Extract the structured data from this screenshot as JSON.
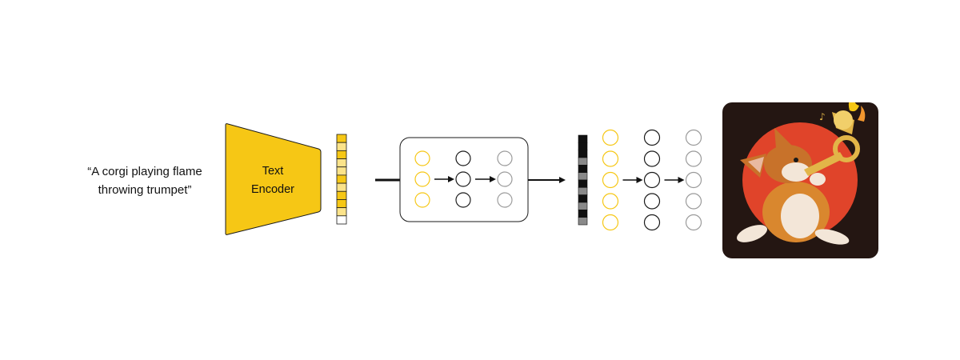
{
  "prompt": {
    "line1": "“A corgi playing flame",
    "line2": "throwing trumpet”"
  },
  "encoder": {
    "line1": "Text",
    "line2": "Encoder"
  },
  "colors": {
    "yellow": "#F6C715",
    "yellow_light": "#FBE38A",
    "dark": "#1a1a1a",
    "grey": "#9a9a9a",
    "mid_grey": "#6e6e6e",
    "image_bg": "#241612",
    "sun": "#E0442A"
  },
  "text_embedding_cells": [
    "yellow",
    "light",
    "yellow",
    "light",
    "light",
    "yellow",
    "light",
    "yellow",
    "yellow",
    "light",
    "white"
  ],
  "image_embedding_cells": [
    "black",
    "black",
    "black",
    "grey",
    "black",
    "grey",
    "black",
    "grey",
    "black",
    "grey",
    "black",
    "grey"
  ],
  "prior_network": {
    "columns": [
      {
        "color": "yellow",
        "nodes": 3
      },
      {
        "color": "dark",
        "nodes": 3
      },
      {
        "color": "grey",
        "nodes": 3
      }
    ]
  },
  "decoder_network": {
    "columns": [
      {
        "color": "yellow",
        "nodes": 5
      },
      {
        "color": "dark",
        "nodes": 5
      },
      {
        "color": "grey",
        "nodes": 5
      }
    ]
  },
  "output_image": {
    "icon": "corgi-trumpet-illustration-icon"
  }
}
